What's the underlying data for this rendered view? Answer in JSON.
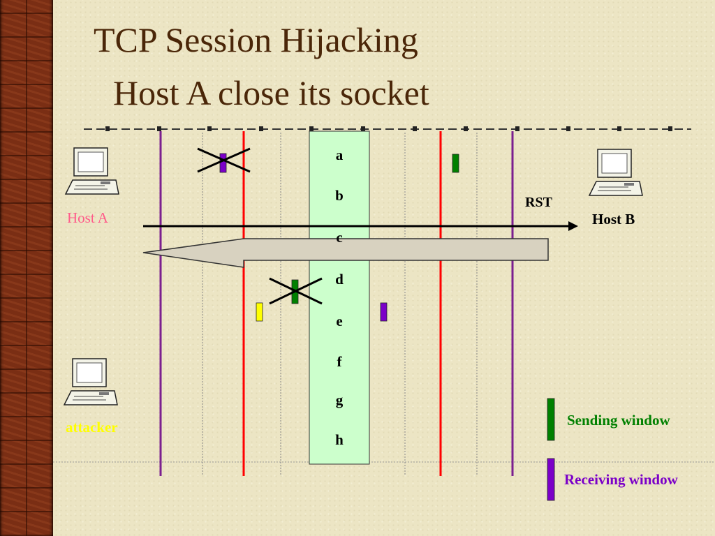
{
  "title": {
    "line1": "TCP Session Hijacking",
    "line2": "Host A close its socket"
  },
  "window_letters": [
    "a",
    "b",
    "c",
    "d",
    "e",
    "f",
    "g",
    "h"
  ],
  "hosts": {
    "host_a": "Host A",
    "host_b": "Host B",
    "attacker": "attacker"
  },
  "arrow_label": "RST",
  "legend": {
    "sending": "Sending window",
    "receiving": "Receiving window"
  },
  "colors": {
    "title": "#4a2608",
    "host_a": "#ff5c8a",
    "attacker": "#ffff00",
    "sending": "#008000",
    "receiving": "#7b00c8",
    "window_fill": "#ccffcc",
    "red_line": "#ff0000",
    "purple_line": "#7b1f8f"
  }
}
